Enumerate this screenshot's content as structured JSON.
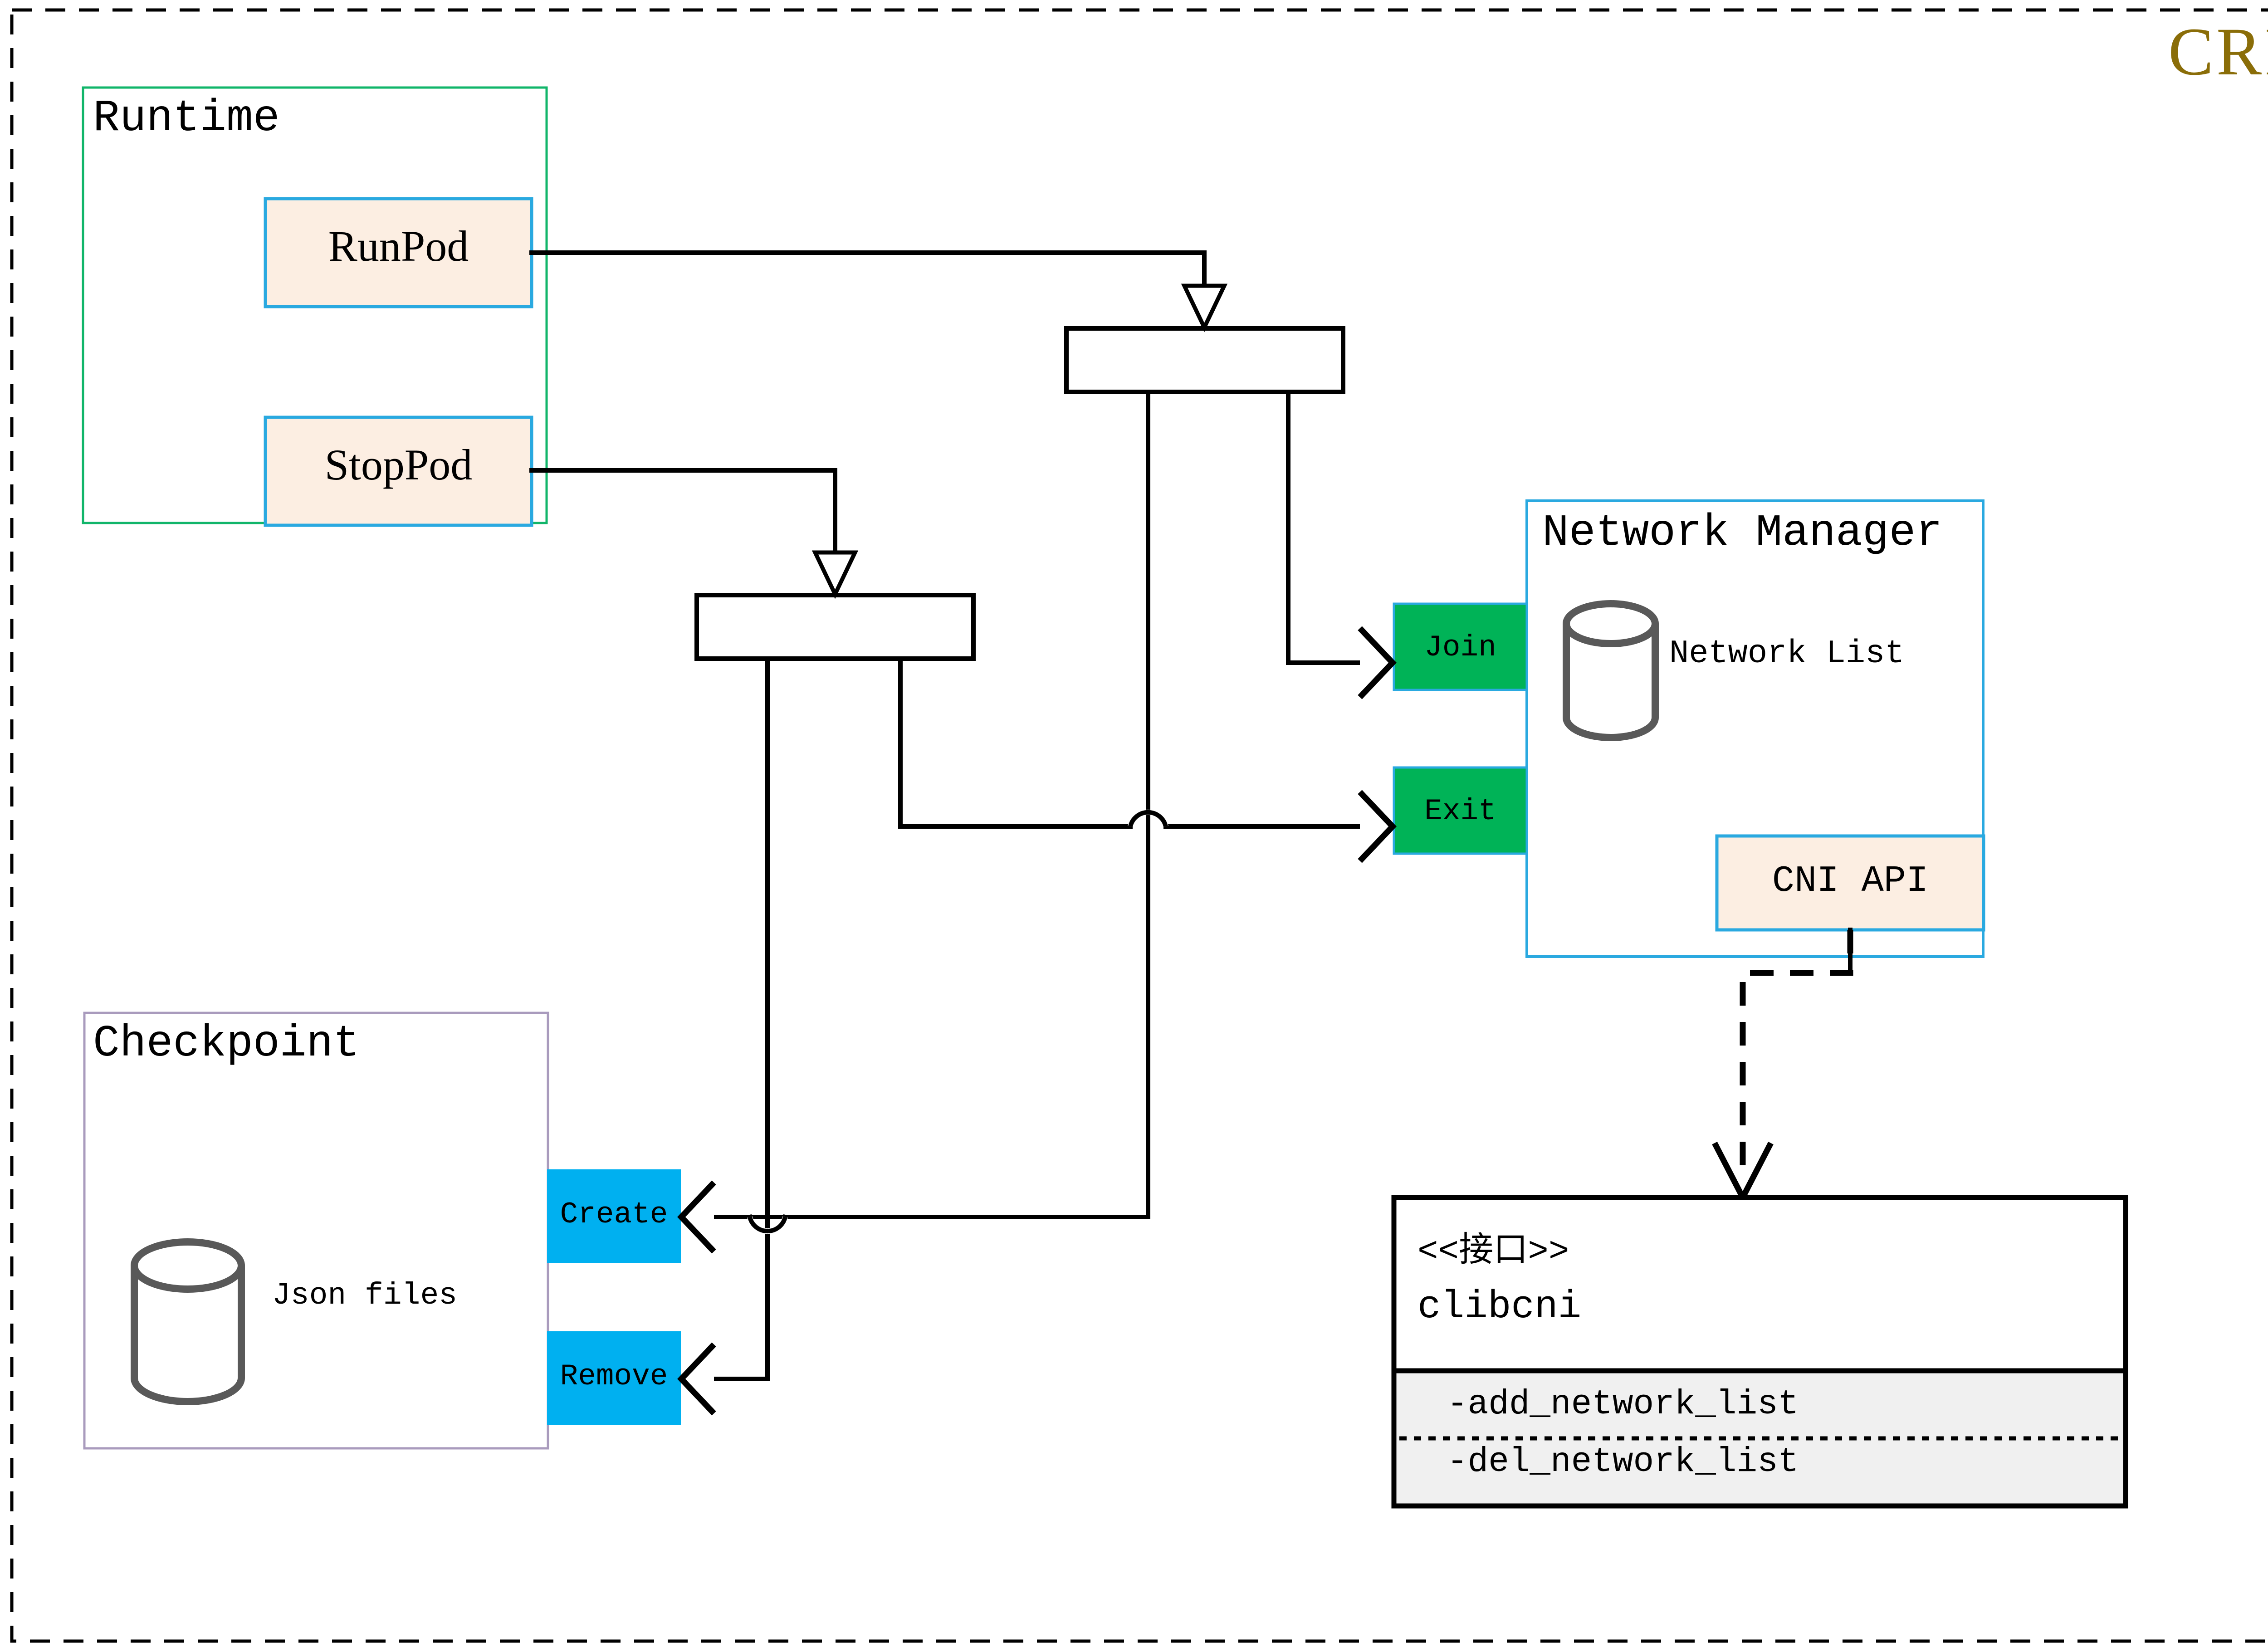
{
  "diagram": {
    "title": "CRI",
    "title_color": "#8a6d08",
    "outer_frame": "dashed-border"
  },
  "palette": {
    "peach_fill": "#fceee2",
    "blue_stroke": "#2aa9e0",
    "green_stroke": "#11b56a",
    "purple_stroke": "#a99bbd",
    "green_fill": "#00b357",
    "cyan_fill": "#00b0f0",
    "gray_cylinder": "#595959",
    "iface_body": "#ffffff",
    "iface_methods": "#f0f0f0",
    "line": "#000000"
  },
  "runtime": {
    "label": "Runtime",
    "methods": [
      {
        "label": "RunPod"
      },
      {
        "label": "StopPod"
      }
    ]
  },
  "checkpoint": {
    "label": "Checkpoint",
    "store_label": "Json files",
    "ops": [
      {
        "label": "Create"
      },
      {
        "label": "Remove"
      }
    ]
  },
  "network_manager": {
    "label": "Network Manager",
    "store_label": "Network List",
    "ports": [
      {
        "label": "Join"
      },
      {
        "label": "Exit"
      }
    ],
    "api_label": "CNI API"
  },
  "interface": {
    "stereotype": "<<接口>>",
    "name": "clibcni",
    "methods": [
      "-add_network_list",
      "-del_network_list"
    ]
  },
  "fork_nodes": [
    {
      "name": "runpod-fork"
    },
    {
      "name": "stoppod-fork"
    }
  ]
}
